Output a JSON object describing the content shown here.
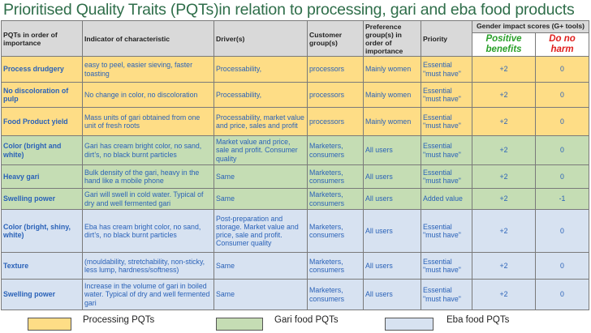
{
  "title": "Prioritised Quality Traits (PQTs)in relation to processing, gari and eba food products",
  "headers": {
    "pqt": "PQTs in order of importance",
    "indicator": "Indicator of characteristic",
    "drivers": "Driver(s)",
    "customer": "Customer group(s)",
    "preference": "Preference group(s) in order of importance",
    "priority": "Priority",
    "gender_impact": "Gender impact scores (G+ tools)",
    "positive": "Positive benefits",
    "do_no_harm": "Do no harm"
  },
  "rows": [
    {
      "group": "proc",
      "pqt": "Process drudgery",
      "indicator": "easy to peel, easier sieving, faster toasting",
      "drivers": "Processability,",
      "customer": "processors",
      "preference": "Mainly women",
      "priority": "Essential \"must have\"",
      "positive": "+2",
      "harm": "0"
    },
    {
      "group": "proc",
      "pqt": "No discoloration of pulp",
      "indicator": "No change in color, no discoloration",
      "drivers": "Processability,",
      "customer": "processors",
      "preference": "Mainly women",
      "priority": "Essential \"must have\"",
      "positive": "+2",
      "harm": "0"
    },
    {
      "group": "proc",
      "pqt": "Food Product yield",
      "indicator": "Mass units of gari obtained from one unit of fresh roots",
      "drivers": "Processability, market value and price, sales and profit",
      "customer": "processors",
      "preference": "Mainly women",
      "priority": "Essential \"must have\"",
      "positive": "+2",
      "harm": "0"
    },
    {
      "group": "gari",
      "pqt": "Color (bright and white)",
      "indicator": "Gari has cream bright color, no sand, dirt’s, no black burnt particles",
      "drivers": "Market value and price, sale and profit. Consumer quality",
      "customer": "Marketers, consumers",
      "preference": "All users",
      "priority": "Essential \"must have\"",
      "positive": "+2",
      "harm": "0"
    },
    {
      "group": "gari",
      "pqt": "Heavy gari",
      "indicator": "Bulk density of the gari, heavy in the hand like a mobile phone",
      "drivers": "Same",
      "customer": "Marketers, consumers",
      "preference": "All users",
      "priority": "Essential \"must have\"",
      "positive": "+2",
      "harm": "0"
    },
    {
      "group": "gari",
      "pqt": "Swelling power",
      "indicator": "Gari will swell in cold water. Typical of dry and well fermented gari",
      "drivers": "Same",
      "customer": "Marketers, consumers",
      "preference": "All users",
      "priority": "Added value",
      "positive": "+2",
      "harm": "-1"
    },
    {
      "group": "eba",
      "pqt": "Color (bright, shiny, white)",
      "indicator": "Eba has cream bright color, no sand, dirt’s, no black burnt particles",
      "drivers": "Post-preparation and storage. Market value and price, sale and profit. Consumer quality",
      "customer": "Marketers, consumers",
      "preference": "All users",
      "priority": "Essential \"must have\"",
      "positive": "+2",
      "harm": "0"
    },
    {
      "group": "eba",
      "pqt": "Texture",
      "indicator": "(mouldability, stretchability, non-sticky, less lump, hardness/softness)",
      "drivers": "Same",
      "customer": "Marketers, consumers",
      "preference": "All users",
      "priority": "Essential \"must have\"",
      "positive": "+2",
      "harm": "0"
    },
    {
      "group": "eba",
      "pqt": "Swelling power",
      "indicator": "Increase in the volume of gari in boiled water. Typical of dry and well fermented gari",
      "drivers": "Same",
      "customer": "Marketers, consumers",
      "preference": "All users",
      "priority": "Essential \"must have\"",
      "positive": "+2",
      "harm": "0"
    }
  ],
  "row_heights_hint": "",
  "legend": [
    {
      "label": "Processing PQTs",
      "color": "#fedd86"
    },
    {
      "label": "Gari food PQTs",
      "color": "#c5ddb4"
    },
    {
      "label": "Eba food PQTs",
      "color": "#d7e2f1"
    }
  ]
}
